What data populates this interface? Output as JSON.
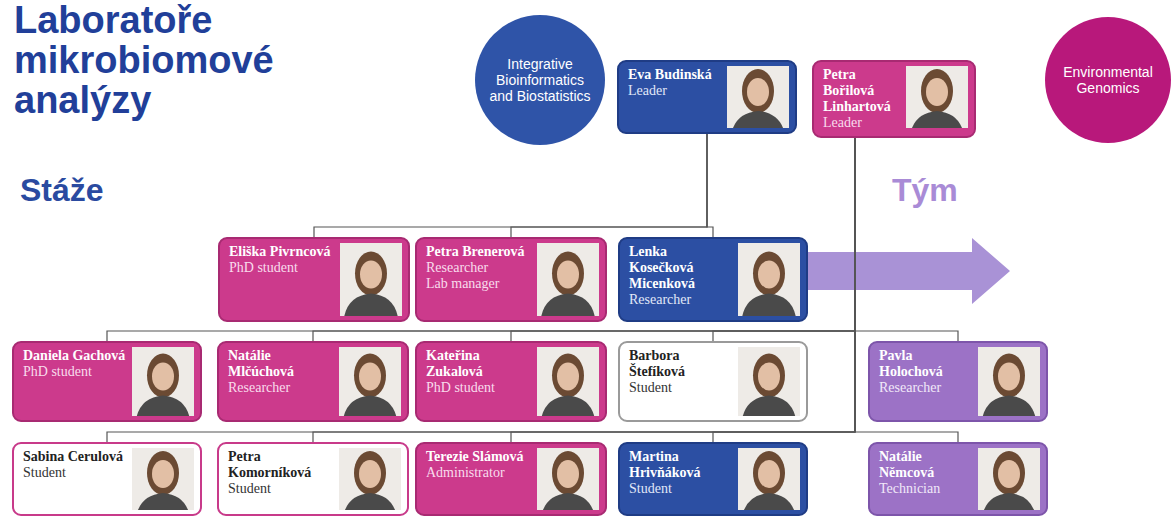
{
  "diagram": {
    "title": "Laboratoře mikrobiomové analýzy",
    "nodes": [
      {
        "text": [
          "Integrative Bioinformatics and Biostatistics"
        ]
      },
      {
        "text": [
          "Eva Budinská",
          "Leader"
        ]
      },
      {
        "text": [
          "Petra Bořilová Linhartová",
          "Leader"
        ]
      },
      {
        "text": [
          "Environmental Genomics"
        ]
      },
      {
        "text": [
          "Eliška Pivrncová",
          "PhD student"
        ]
      },
      {
        "text": [
          "Petra Brenerová",
          "Researcher",
          "Lab manager"
        ]
      },
      {
        "text": [
          "Lenka Kosečková Micenková",
          "Researcher"
        ]
      },
      {
        "text": [
          "Daniela Gachová",
          "PhD student"
        ]
      },
      {
        "text": [
          "Natálie Mlčúchová",
          "Researcher"
        ]
      },
      {
        "text": [
          "Kateřina Zukalová",
          "PhD student"
        ]
      },
      {
        "text": [
          "Barbora Štefíková",
          "Student"
        ]
      },
      {
        "text": [
          "Pavla Holochová",
          "Researcher"
        ]
      },
      {
        "text": [
          "Sabina Cerulová",
          "Student"
        ]
      },
      {
        "text": [
          "Petra Komorníková",
          "Student"
        ]
      },
      {
        "text": [
          "Terezie Slámová",
          "Administrator"
        ]
      },
      {
        "text": [
          "Martina Hrivňáková",
          "Student"
        ]
      },
      {
        "text": [
          "Natálie Němcová",
          "Technician"
        ]
      }
    ],
    "edges": [
      {
        "from": 1,
        "to": 4,
        "arrow": "none"
      },
      {
        "from": 1,
        "to": 5,
        "arrow": "none"
      },
      {
        "from": 1,
        "to": 6,
        "arrow": "none"
      },
      {
        "from": 2,
        "to": 7,
        "arrow": "none"
      },
      {
        "from": 2,
        "to": 8,
        "arrow": "none"
      },
      {
        "from": 2,
        "to": 9,
        "arrow": "none"
      },
      {
        "from": 2,
        "to": 10,
        "arrow": "none"
      },
      {
        "from": 2,
        "to": 11,
        "arrow": "none"
      },
      {
        "from": 2,
        "to": 12,
        "arrow": "none"
      },
      {
        "from": 2,
        "to": 13,
        "arrow": "none"
      },
      {
        "from": 2,
        "to": 14,
        "arrow": "none"
      },
      {
        "from": 2,
        "to": 15,
        "arrow": "none"
      },
      {
        "from": 2,
        "to": 16,
        "arrow": "none"
      }
    ],
    "labels": [
      "Stáže",
      "Tým"
    ]
  }
}
